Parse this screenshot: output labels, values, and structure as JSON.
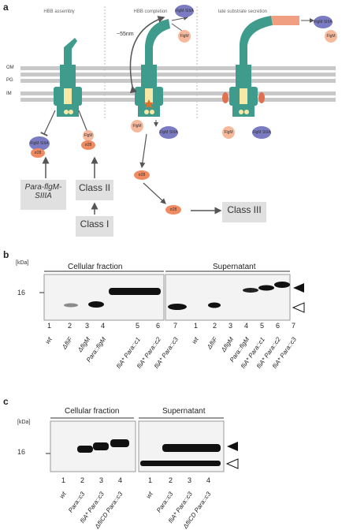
{
  "panel_a": {
    "letter": "a",
    "phases": [
      "HBB assembly",
      "HBB completion",
      "late substrate secretion"
    ],
    "membranes": [
      "OM",
      "PG",
      "IM"
    ],
    "hook_length": "~55nm",
    "flgm_label": "FlgM",
    "sigma_label": "σ28",
    "flgm_siiia_label": "FlgM SIIIA",
    "para_label_line1": "Para-flgM-",
    "para_label_line2": "SIIIA",
    "class_boxes": [
      "Class II",
      "Class I",
      "Class III"
    ]
  },
  "panel_b": {
    "letter": "b",
    "kda_label": "[kDa]",
    "marker": "16",
    "cellular_title": "Cellular fraction",
    "supernatant_title": "Supernatant",
    "lane_numbers": [
      "1",
      "2",
      "3",
      "4",
      "5",
      "6",
      "7"
    ],
    "lane_labels": [
      "wt",
      "ΔfliF",
      "ΔflgM",
      "Para::flgM",
      "fliA* Para::c1",
      "fliA* Para::c2",
      "fliA* Para::c3"
    ]
  },
  "panel_c": {
    "letter": "c",
    "kda_label": "[kDa]",
    "marker": "16",
    "cellular_title": "Cellular fraction",
    "supernatant_title": "Supernatant",
    "lane_numbers": [
      "1",
      "2",
      "3",
      "4"
    ],
    "lane_labels": [
      "wt",
      "Para::c3",
      "fliA* Para::c3",
      "ΔfliCD Para::c3"
    ]
  },
  "colors": {
    "flagellum": "#3f9c8c",
    "flgm": "#f6b99c",
    "sigma": "#f08a60",
    "siiia": "#7b7bc4",
    "membrane": "#c8c8c8",
    "class_box": "#e0e0e0"
  }
}
